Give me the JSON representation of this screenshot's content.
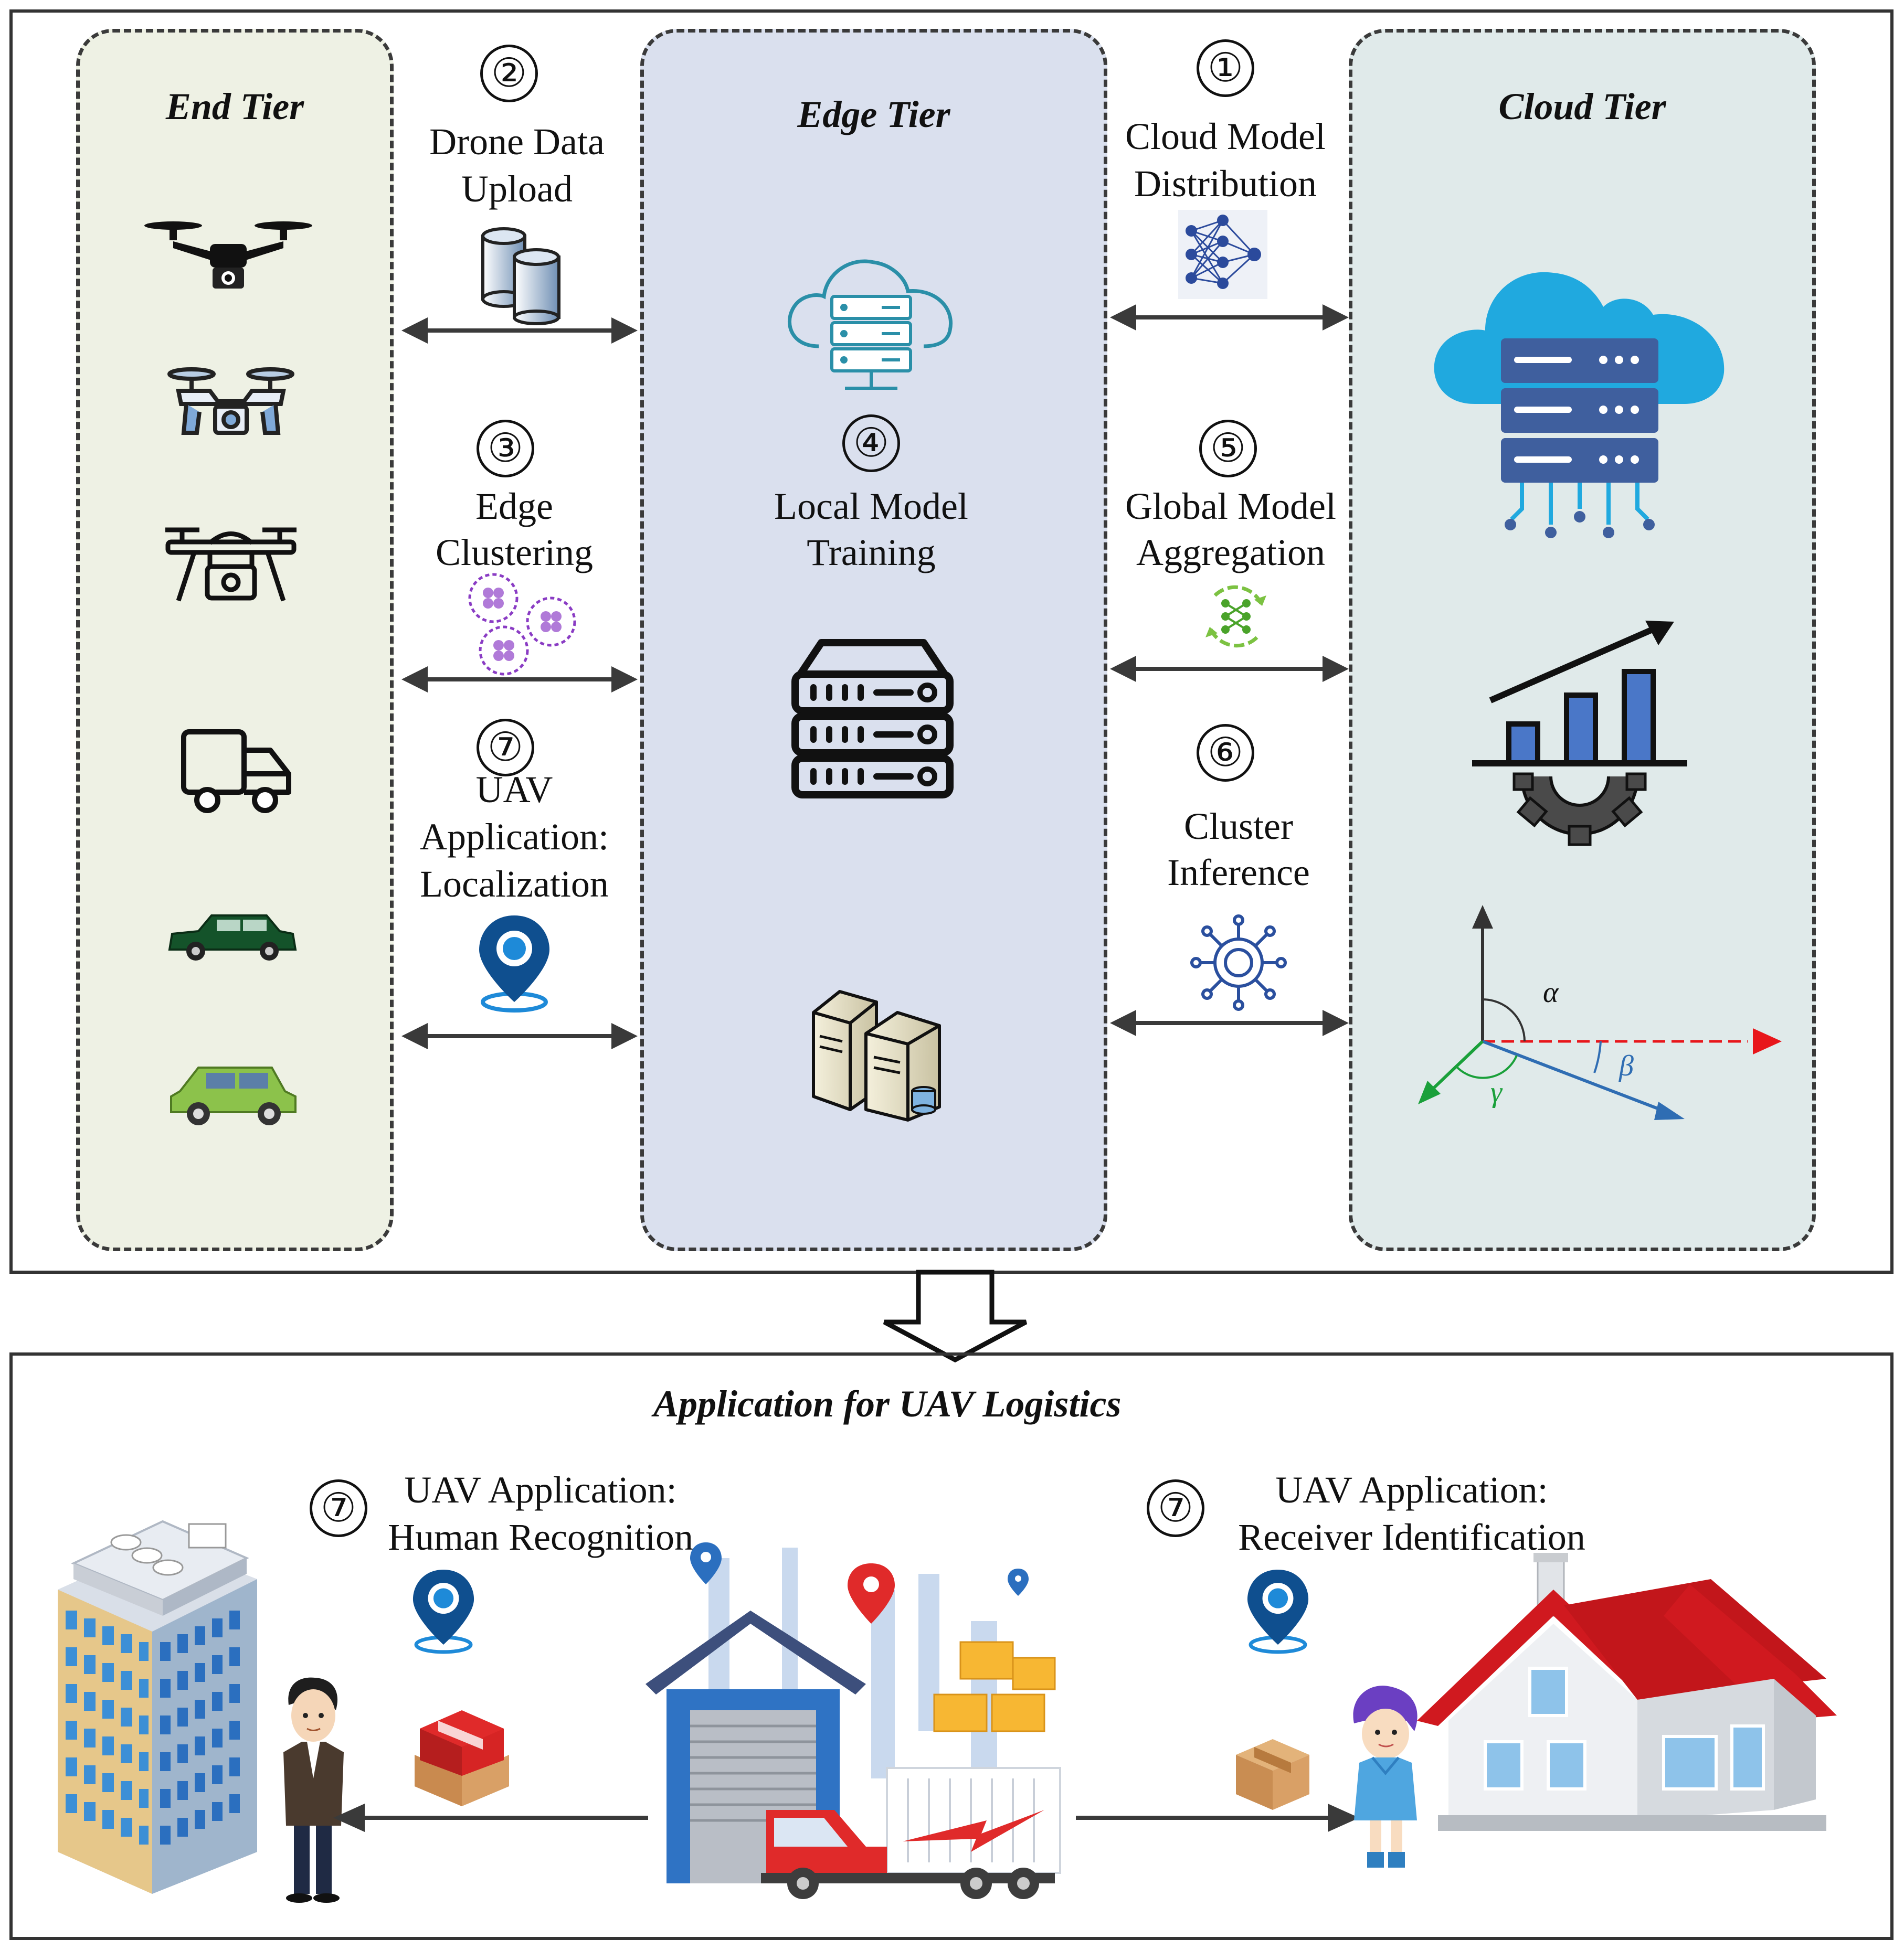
{
  "colors": {
    "end_tier_bg": "#eef1e4",
    "edge_tier_bg": "#dae0ee",
    "cloud_tier_bg": "#e0eaea",
    "cloud_blue": "#20a9df",
    "server_blue": "#4a77b8",
    "arrow_dark": "#3a3a3a",
    "red_axis": "#e8161b",
    "green_axis": "#1aa03a",
    "blue_axis": "#2f6db3",
    "purple": "#8a3cc4"
  },
  "tiers": {
    "end": {
      "title": "End Tier",
      "icons": [
        "quadcopter-drone-icon",
        "camera-drone-icon",
        "delivery-drone-icon",
        "truck-icon",
        "dark-green-car-icon",
        "green-car-icon"
      ]
    },
    "edge": {
      "title": "Edge Tier",
      "icons": [
        "cloud-server-icon",
        "server-rack-icon",
        "server-towers-icon"
      ]
    },
    "cloud": {
      "title": "Cloud Tier",
      "icons": [
        "cloud-datacenter-icon",
        "bar-chart-gear-icon",
        "3d-axes-icon"
      ]
    }
  },
  "steps": {
    "s1": {
      "num": "①",
      "line1": "Cloud Model",
      "line2": "Distribution",
      "icon": "neural-network-icon"
    },
    "s2": {
      "num": "②",
      "line1": "Drone Data",
      "line2": "Upload",
      "icon": "database-icon"
    },
    "s3": {
      "num": "③",
      "line1": "Edge",
      "line2": "Clustering",
      "icon": "clusters-icon"
    },
    "s4": {
      "num": "④",
      "line1": "Local Model",
      "line2": "Training"
    },
    "s5": {
      "num": "⑤",
      "line1": "Global Model",
      "line2": "Aggregation",
      "icon": "aggregation-icon"
    },
    "s6": {
      "num": "⑥",
      "line1": "Cluster",
      "line2": "Inference",
      "icon": "inference-icon"
    },
    "s7": {
      "num": "⑦",
      "line1": "UAV",
      "line2": "Application:",
      "line3": "Localization",
      "icon": "location-pin-icon"
    }
  },
  "axes": {
    "alpha": "α",
    "beta": "β",
    "gamma": "γ"
  },
  "application": {
    "title": "Application for UAV Logistics",
    "left": {
      "num": "⑦",
      "line1": "UAV Application:",
      "line2": "Human Recognition"
    },
    "right": {
      "num": "⑦",
      "line1": "UAV Application:",
      "line2": "Receiver Identification"
    }
  }
}
